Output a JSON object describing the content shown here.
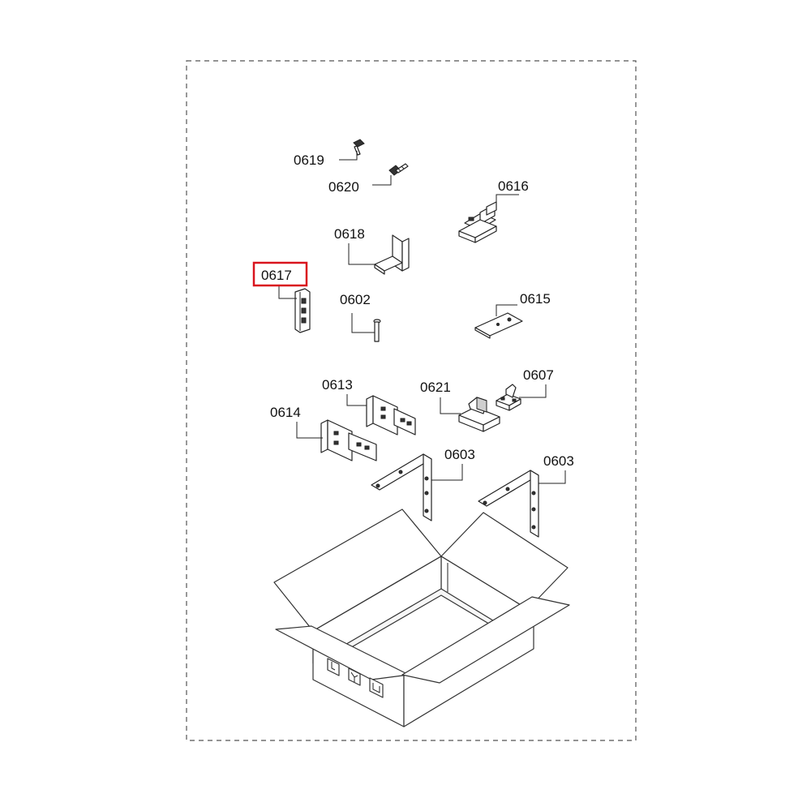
{
  "diagram": {
    "highlight_color": "#d9141e",
    "line_color": "#222222",
    "highlighted_part": "0617",
    "callouts": {
      "c0619": "0619",
      "c0620": "0620",
      "c0616": "0616",
      "c0618": "0618",
      "c0617": "0617",
      "c0602": "0602",
      "c0615": "0615",
      "c0613": "0613",
      "c0621": "0621",
      "c0607": "0607",
      "c0614": "0614",
      "c0603a": "0603",
      "c0603b": "0603"
    }
  }
}
